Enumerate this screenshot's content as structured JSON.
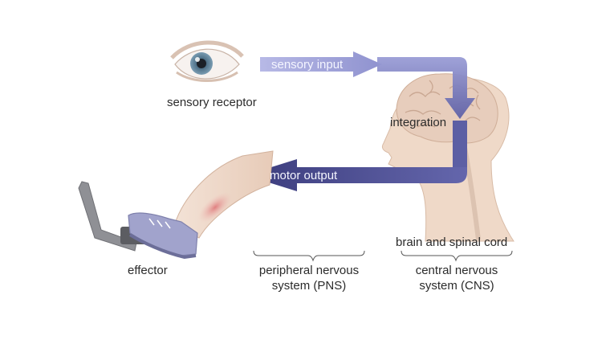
{
  "labels": {
    "sensory_receptor": "sensory receptor",
    "sensory_input": "sensory input",
    "integration": "integration",
    "motor_output": "motor output",
    "effector": "effector",
    "brain_and_spinal_cord": "brain and spinal cord",
    "pns_line1": "peripheral nervous",
    "pns_line2": "system (PNS)",
    "cns_line1": "central nervous",
    "cns_line2": "system (CNS)"
  },
  "colors": {
    "sensory_arrow": "#a7a9dc",
    "motor_arrow": "#4b4d91",
    "skin": "#efd9c8",
    "brain": "#e9d2c2",
    "muscle": "#e6a4a0",
    "shoe": "#9ea0c9",
    "pedal": "#8f9095",
    "iris": "#6f8fa5"
  }
}
